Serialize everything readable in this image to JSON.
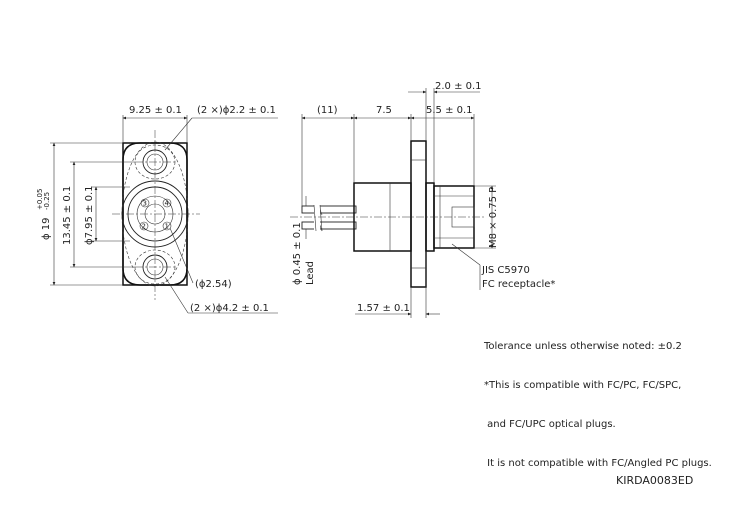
{
  "front_view": {
    "dim_width": "9.25 ± 0.1",
    "dim_small_holes": "(2 ×)ϕ2.2 ± 0.1",
    "dim_outer_dia": "ϕ 19",
    "dim_outer_dia_tol_upper": "+0.05",
    "dim_outer_dia_tol_lower": "-0.25",
    "dim_hole_pitch": "13.45 ± 0.1",
    "dim_pin_circle": "ϕ7.95 ± 0.1",
    "dim_pcd": "(ϕ2.54)",
    "dim_large_holes": "(2 ×)ϕ4.2 ± 0.1",
    "pin_numbers": [
      "1",
      "2",
      "3",
      "4"
    ]
  },
  "side_view": {
    "dim_top": "2.0 ± 0.1",
    "dim_11": "(11)",
    "dim_7_5": "7.5",
    "dim_5_5": "5.5 ± 0.1",
    "dim_lead": "ϕ 0.45 ± 0.1",
    "lead_label": "Lead",
    "dim_thread": "M8 × 0.75 P",
    "dim_bottom": "1.57 ± 0.1",
    "receptacle_std": "JIS C5970",
    "receptacle_label": "FC receptacle*"
  },
  "notes": [
    "Tolerance unless otherwise noted: ±0.2",
    "*This is compatible with FC/PC, FC/SPC,",
    " and FC/UPC optical plugs.",
    " It is not compatible with FC/Angled PC plugs."
  ],
  "drawing_code": "KIRDA0083ED"
}
